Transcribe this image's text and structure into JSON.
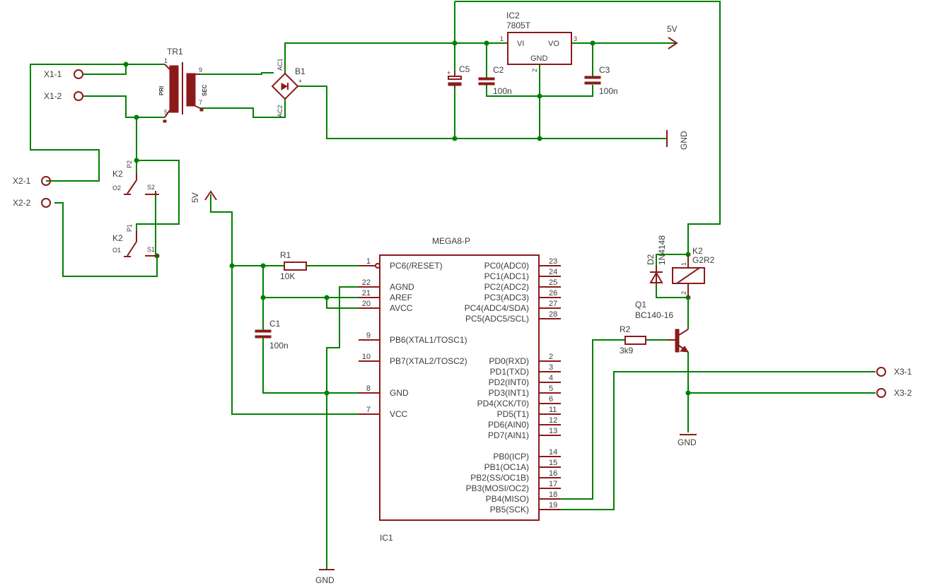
{
  "connectors": {
    "x1_1": "X1-1",
    "x1_2": "X1-2",
    "x2_1": "X2-1",
    "x2_2": "X2-2",
    "x3_1": "X3-1",
    "x3_2": "X3-2"
  },
  "tr1": {
    "name": "TR1",
    "pri": "PRI",
    "sec": "SEC",
    "p1": "1",
    "p5": "5",
    "p9": "9",
    "p7": "7"
  },
  "b1": {
    "name": "B1",
    "ac1": "AC1",
    "ac2": "AC2",
    "plus": "+"
  },
  "ic2": {
    "name": "IC2",
    "value": "7805T",
    "vi": "VI",
    "vo": "VO",
    "gnd": "GND",
    "p1": "1",
    "p2": "2",
    "p3": "3"
  },
  "caps": {
    "c5": "C5",
    "c2": "C2",
    "c2_value": "100n",
    "c3": "C3",
    "c3_value": "100n",
    "c1": "C1",
    "c1_value": "100n"
  },
  "supply": {
    "vcc_top": "5V",
    "vcc_left": "5V",
    "gnd_top": "GND",
    "gnd_bottom": "GND",
    "gnd_right": "GND"
  },
  "k2_contacts": {
    "k2a": "K2",
    "p2": "P2",
    "o2": "O2",
    "s2": "S2",
    "k2b": "K2",
    "p1": "P1",
    "o1": "O1",
    "s1": "S1"
  },
  "r1": {
    "name": "R1",
    "value": "10K"
  },
  "r2": {
    "name": "R2",
    "value": "3k9"
  },
  "d2": {
    "name": "D2",
    "value": "1N4148"
  },
  "relay": {
    "name": "K2",
    "value": "G2R2",
    "p1": "1",
    "p2": "2"
  },
  "q1": {
    "name": "Q1",
    "value": "BC140-16"
  },
  "ic1": {
    "name": "IC1",
    "value": "MEGA8-P",
    "left_pins": [
      {
        "num": "1",
        "label": "PC6(/RESET)"
      },
      {
        "num": "22",
        "label": "AGND"
      },
      {
        "num": "21",
        "label": "AREF"
      },
      {
        "num": "20",
        "label": "AVCC"
      },
      {
        "num": "9",
        "label": "PB6(XTAL1/TOSC1)"
      },
      {
        "num": "10",
        "label": "PB7(XTAL2/TOSC2)"
      },
      {
        "num": "8",
        "label": "GND"
      },
      {
        "num": "7",
        "label": "VCC"
      }
    ],
    "right_pins": [
      {
        "num": "23",
        "label": "PC0(ADC0)"
      },
      {
        "num": "24",
        "label": "PC1(ADC1)"
      },
      {
        "num": "25",
        "label": "PC2(ADC2)"
      },
      {
        "num": "26",
        "label": "PC3(ADC3)"
      },
      {
        "num": "27",
        "label": "PC4(ADC4/SDA)"
      },
      {
        "num": "28",
        "label": "PC5(ADC5/SCL)"
      },
      {
        "num": "2",
        "label": "PD0(RXD)"
      },
      {
        "num": "3",
        "label": "PD1(TXD)"
      },
      {
        "num": "4",
        "label": "PD2(INT0)"
      },
      {
        "num": "5",
        "label": "PD3(INT1)"
      },
      {
        "num": "6",
        "label": "PD4(XCK/T0)"
      },
      {
        "num": "11",
        "label": "PD5(T1)"
      },
      {
        "num": "12",
        "label": "PD6(AIN0)"
      },
      {
        "num": "13",
        "label": "PD7(AIN1)"
      },
      {
        "num": "14",
        "label": "PB0(ICP)"
      },
      {
        "num": "15",
        "label": "PB1(OC1A)"
      },
      {
        "num": "16",
        "label": "PB2(SS/OC1B)"
      },
      {
        "num": "17",
        "label": "PB3(MOSI/OC2)"
      },
      {
        "num": "18",
        "label": "PB4(MISO)"
      },
      {
        "num": "19",
        "label": "PB5(SCK)"
      }
    ]
  },
  "colors": {
    "wire": "#008000",
    "symbol": "#8b1a1a",
    "text": "#3c3c3c",
    "background": "#ffffff"
  }
}
